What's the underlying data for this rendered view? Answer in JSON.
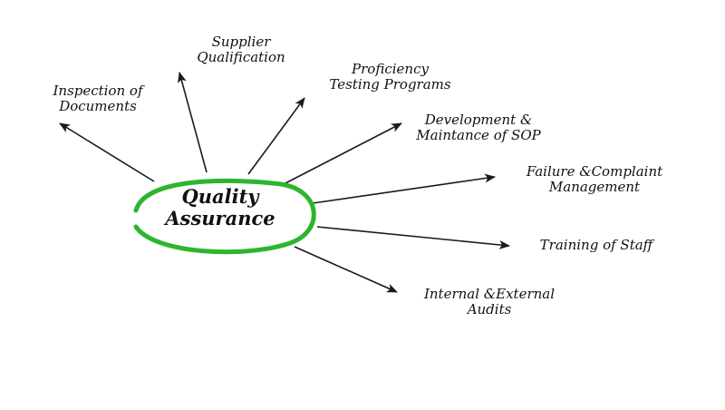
{
  "hub": {
    "lines": [
      "Quality",
      "Assurance"
    ],
    "ring_color": "#2db52d"
  },
  "arrow_color": "#1a1a1a",
  "branches": [
    {
      "id": "inspection-of-documents",
      "lines": [
        "Inspection of",
        "Documents"
      ]
    },
    {
      "id": "supplier-qualification",
      "lines": [
        "Supplier",
        "Qualification"
      ]
    },
    {
      "id": "proficiency-testing-programs",
      "lines": [
        "Proficiency",
        "Testing Programs"
      ]
    },
    {
      "id": "development-maintance-of-sop",
      "lines": [
        "Development &",
        "Maintance of SOP"
      ]
    },
    {
      "id": "failure-complaint-management",
      "lines": [
        "Failure &Complaint",
        "Management"
      ]
    },
    {
      "id": "training-of-staff",
      "lines": [
        "Training of Staff"
      ]
    },
    {
      "id": "internal-external-audits",
      "lines": [
        "Internal &External",
        "Audits"
      ]
    }
  ]
}
